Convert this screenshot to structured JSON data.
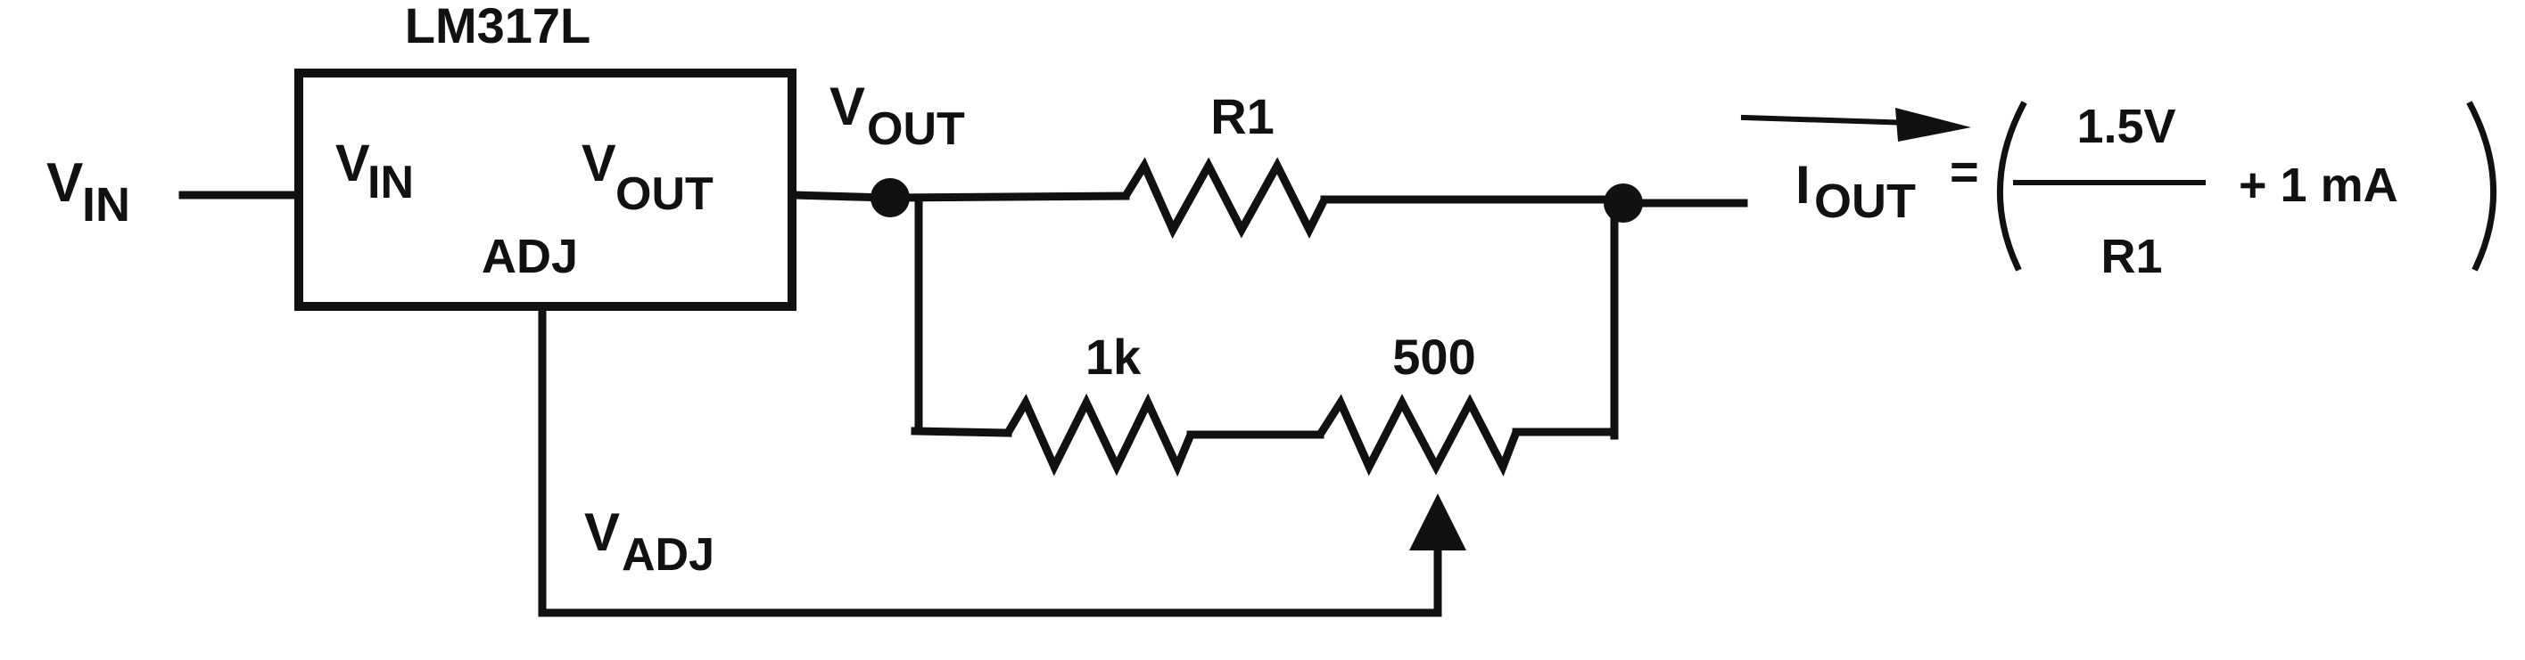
{
  "ic": {
    "part": "LM317L",
    "pin_vin": "V",
    "pin_vin_sub": "IN",
    "pin_vout": "V",
    "pin_vout_sub": "OUT",
    "pin_adj": "ADJ"
  },
  "labels": {
    "vin": "V",
    "vin_sub": "IN",
    "vout": "V",
    "vout_sub": "OUT",
    "vadj": "V",
    "vadj_sub": "ADJ",
    "r1": "R1",
    "r_1k": "1k",
    "r_500": "500"
  },
  "formula": {
    "iout": "I",
    "iout_sub": "OUT",
    "equals": "=",
    "numerator": "1.5V",
    "denominator": "R1",
    "plus_term": "+ 1 mA"
  }
}
